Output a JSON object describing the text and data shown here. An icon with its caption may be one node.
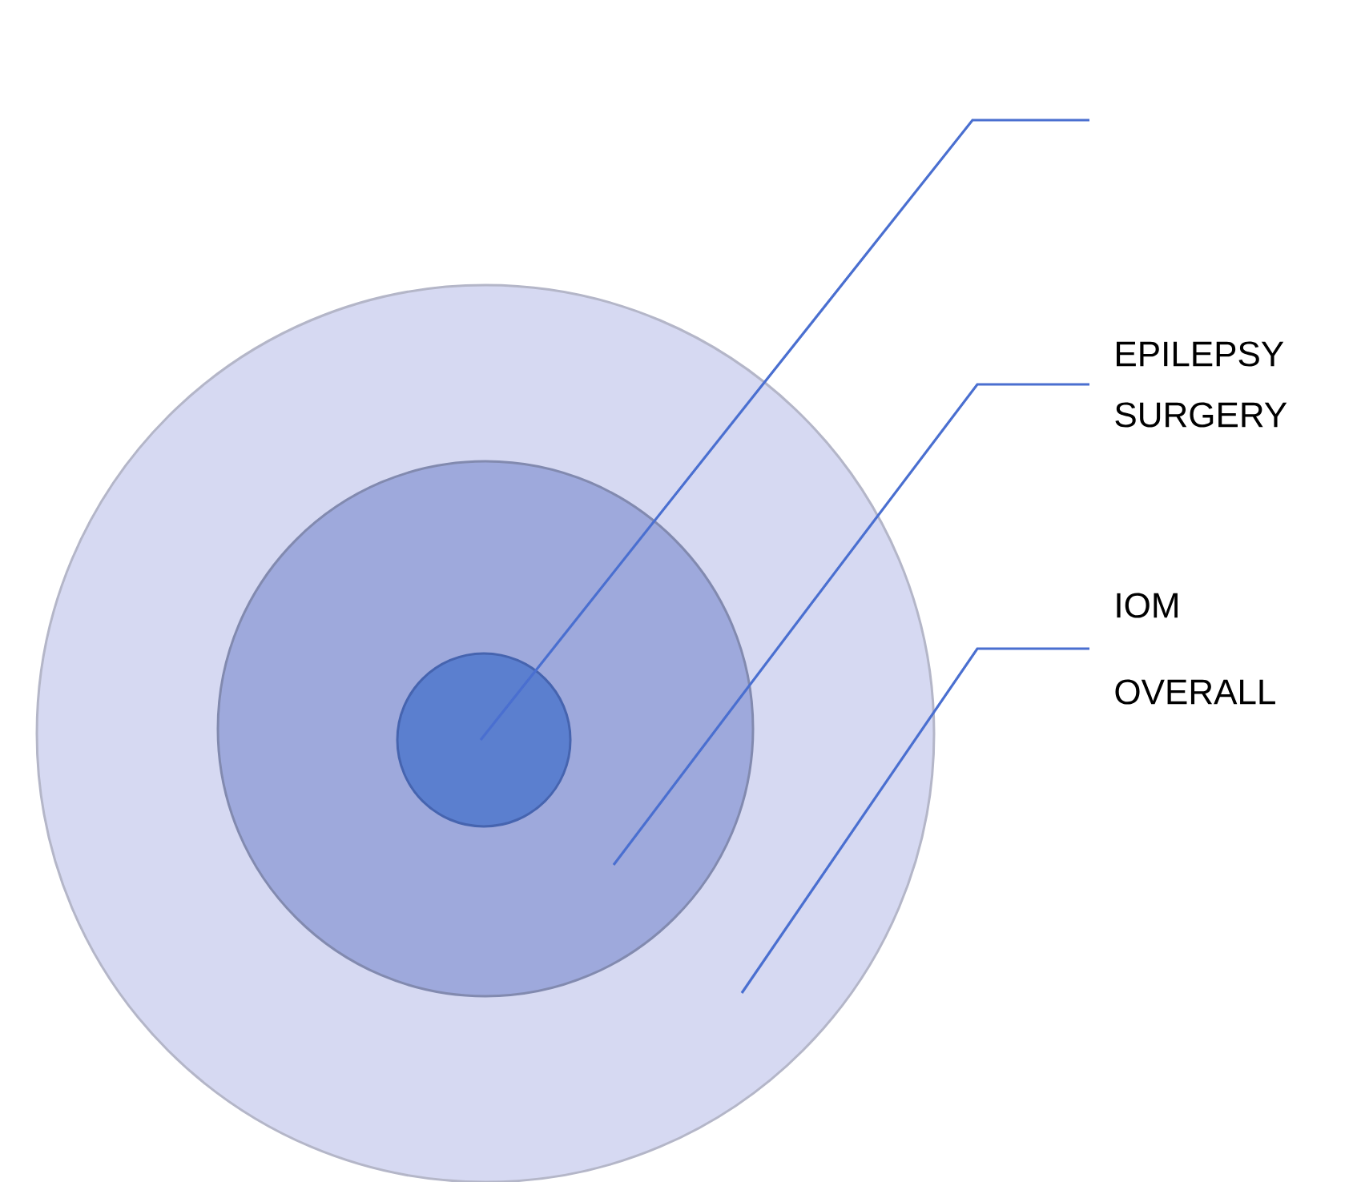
{
  "diagram": {
    "nodes": [
      {
        "text": [],
        "shape": "circle"
      },
      {
        "text": [],
        "shape": "circle",
        "in": 0
      },
      {
        "text": [],
        "shape": "circle",
        "in": 1
      },
      {
        "text": [
          "EPILEPSY SURGERY"
        ]
      },
      {
        "text": [
          "IOM OVERALL"
        ]
      }
    ],
    "edges": [
      {
        "from": null,
        "to": 2,
        "arrow": "none"
      },
      {
        "from": 3,
        "to": 1,
        "arrow": "none"
      },
      {
        "from": 4,
        "to": 0,
        "arrow": "none"
      }
    ]
  }
}
